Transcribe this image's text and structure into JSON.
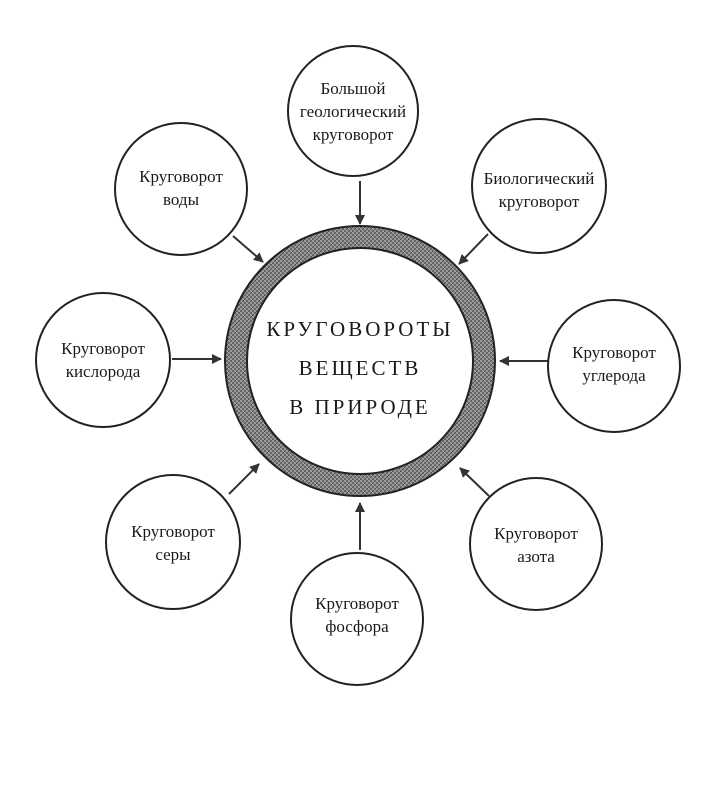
{
  "center": {
    "lines": [
      "КРУГОВОРОТЫ",
      "ВЕЩЕСТВ",
      "В ПРИРОДЕ"
    ]
  },
  "nodes": [
    {
      "id": "geological",
      "lines": [
        "Большой",
        "геологический",
        "круговорот"
      ]
    },
    {
      "id": "biological",
      "lines": [
        "Биологический",
        "круговорот"
      ]
    },
    {
      "id": "water",
      "lines": [
        "Круговорот",
        "воды"
      ]
    },
    {
      "id": "oxygen",
      "lines": [
        "Круговорот",
        "кислорода"
      ]
    },
    {
      "id": "carbon",
      "lines": [
        "Круговорот",
        "углерода"
      ]
    },
    {
      "id": "sulfur",
      "lines": [
        "Круговорот",
        "серы"
      ]
    },
    {
      "id": "nitrogen",
      "lines": [
        "Круговорот",
        "азота"
      ]
    },
    {
      "id": "phosphorus",
      "lines": [
        "Круговорот",
        "фосфора"
      ]
    }
  ]
}
